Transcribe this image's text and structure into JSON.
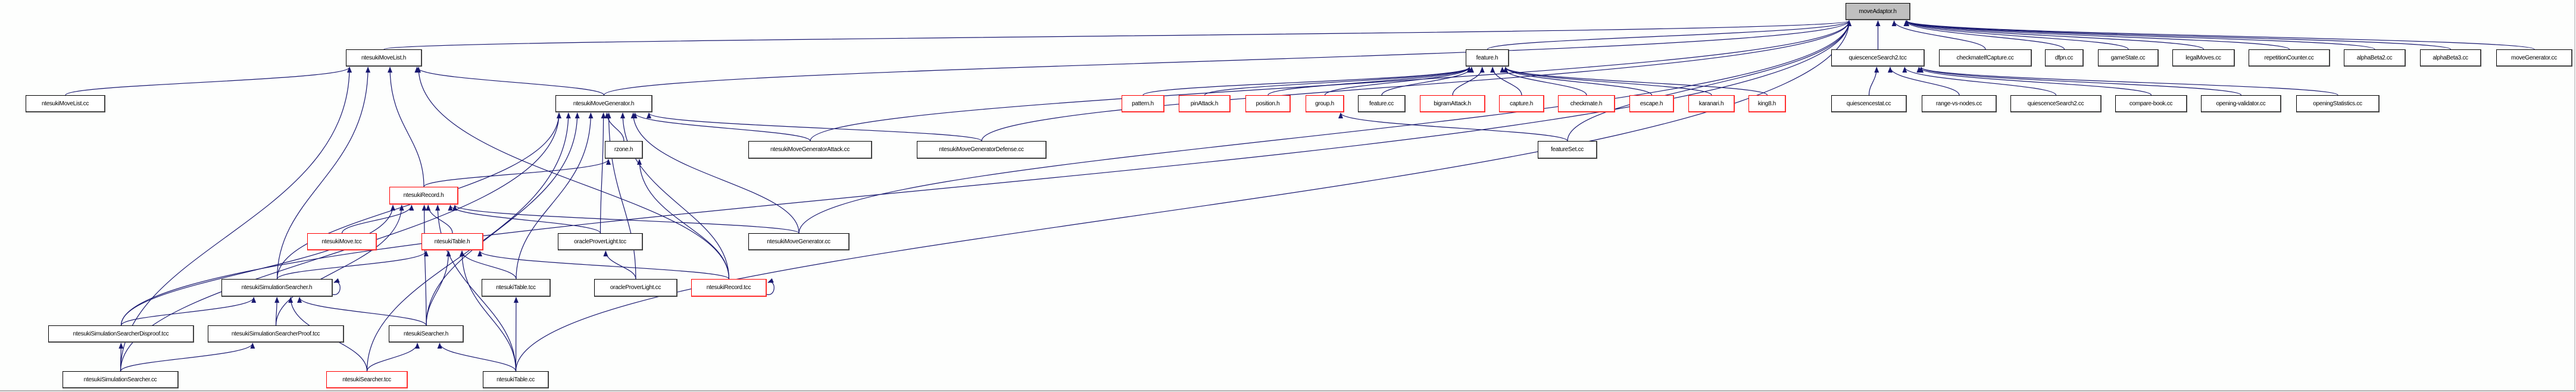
{
  "graph": {
    "edge_color": "#191970",
    "truncated_border_color": "#ff0000",
    "root_fill": "#bfbfbf",
    "nodes": [
      {
        "id": "moveAdaptor.h",
        "label": "moveAdaptor.h",
        "root": true
      },
      {
        "id": "ntesukiMoveList.h",
        "label": "ntesukiMoveList.h"
      },
      {
        "id": "ntesukiMoveList.cc",
        "label": "ntesukiMoveList.cc"
      },
      {
        "id": "ntesukiMoveGenerator.h",
        "label": "ntesukiMoveGenerator.h"
      },
      {
        "id": "rzone.h",
        "label": "rzone.h"
      },
      {
        "id": "ntesukiRecord.h",
        "label": "ntesukiRecord.h",
        "truncated": true
      },
      {
        "id": "ntesukiMove.tcc",
        "label": "ntesukiMove.tcc",
        "truncated": true
      },
      {
        "id": "ntesukiTable.h",
        "label": "ntesukiTable.h",
        "truncated": true
      },
      {
        "id": "oracleProverLight.tcc",
        "label": "oracleProverLight.tcc"
      },
      {
        "id": "ntesukiMoveGenerator.cc",
        "label": "ntesukiMoveGenerator.cc"
      },
      {
        "id": "ntesukiSimulationSearcher.h",
        "label": "ntesukiSimulationSearcher.h"
      },
      {
        "id": "ntesukiTable.tcc",
        "label": "ntesukiTable.tcc"
      },
      {
        "id": "oracleProverLight.cc",
        "label": "oracleProverLight.cc"
      },
      {
        "id": "ntesukiRecord.tcc",
        "label": "ntesukiRecord.tcc",
        "truncated": true
      },
      {
        "id": "ntesukiSimulationSearcherDisproof.tcc",
        "label": "ntesukiSimulationSearcherDisproof.tcc"
      },
      {
        "id": "ntesukiSimulationSearcherProof.tcc",
        "label": "ntesukiSimulationSearcherProof.tcc"
      },
      {
        "id": "ntesukiSearcher.h",
        "label": "ntesukiSearcher.h"
      },
      {
        "id": "ntesukiSimulationSearcher.cc",
        "label": "ntesukiSimulationSearcher.cc"
      },
      {
        "id": "ntesukiSearcher.tcc",
        "label": "ntesukiSearcher.tcc",
        "truncated": true
      },
      {
        "id": "ntesukiTable.cc",
        "label": "ntesukiTable.cc"
      },
      {
        "id": "ntesukiMoveGeneratorAttack.cc",
        "label": "ntesukiMoveGeneratorAttack.cc"
      },
      {
        "id": "ntesukiMoveGeneratorDefense.cc",
        "label": "ntesukiMoveGeneratorDefense.cc"
      },
      {
        "id": "feature.h",
        "label": "feature.h"
      },
      {
        "id": "pattern.h",
        "label": "pattern.h",
        "truncated": true
      },
      {
        "id": "pinAttack.h",
        "label": "pinAttack.h",
        "truncated": true
      },
      {
        "id": "position.h",
        "label": "position.h",
        "truncated": true
      },
      {
        "id": "group.h",
        "label": "group.h",
        "truncated": true
      },
      {
        "id": "feature.cc",
        "label": "feature.cc"
      },
      {
        "id": "bigramAttack.h",
        "label": "bigramAttack.h",
        "truncated": true
      },
      {
        "id": "capture.h",
        "label": "capture.h",
        "truncated": true
      },
      {
        "id": "checkmate.h",
        "label": "checkmate.h",
        "truncated": true
      },
      {
        "id": "escape.h",
        "label": "escape.h",
        "truncated": true
      },
      {
        "id": "karanari.h",
        "label": "karanari.h",
        "truncated": true
      },
      {
        "id": "king8.h",
        "label": "king8.h",
        "truncated": true
      },
      {
        "id": "featureSet.cc",
        "label": "featureSet.cc"
      },
      {
        "id": "quiescenceSearch2.tcc",
        "label": "quiescenceSearch2.tcc"
      },
      {
        "id": "quiescencestat.cc",
        "label": "quiescencestat.cc"
      },
      {
        "id": "range-vs-nodes.cc",
        "label": "range-vs-nodes.cc"
      },
      {
        "id": "quiescenceSearch2.cc",
        "label": "quiescenceSearch2.cc"
      },
      {
        "id": "compare-book.cc",
        "label": "compare-book.cc"
      },
      {
        "id": "opening-validator.cc",
        "label": "opening-validator.cc"
      },
      {
        "id": "openingStatistics.cc",
        "label": "openingStatistics.cc"
      },
      {
        "id": "checkmateIfCapture.cc",
        "label": "checkmateIfCapture.cc"
      },
      {
        "id": "dfpn.cc",
        "label": "dfpn.cc"
      },
      {
        "id": "gameState.cc",
        "label": "gameState.cc"
      },
      {
        "id": "legalMoves.cc",
        "label": "legalMoves.cc"
      },
      {
        "id": "repetitionCounter.cc",
        "label": "repetitionCounter.cc"
      },
      {
        "id": "alphaBeta2.cc",
        "label": "alphaBeta2.cc"
      },
      {
        "id": "alphaBeta3.cc",
        "label": "alphaBeta3.cc"
      },
      {
        "id": "moveGenerator.cc",
        "label": "moveGenerator.cc"
      }
    ],
    "edges": [
      [
        "ntesukiMoveList.h",
        "moveAdaptor.h"
      ],
      [
        "feature.h",
        "moveAdaptor.h"
      ],
      [
        "quiescenceSearch2.tcc",
        "moveAdaptor.h"
      ],
      [
        "checkmateIfCapture.cc",
        "moveAdaptor.h"
      ],
      [
        "dfpn.cc",
        "moveAdaptor.h"
      ],
      [
        "gameState.cc",
        "moveAdaptor.h"
      ],
      [
        "legalMoves.cc",
        "moveAdaptor.h"
      ],
      [
        "repetitionCounter.cc",
        "moveAdaptor.h"
      ],
      [
        "alphaBeta2.cc",
        "moveAdaptor.h"
      ],
      [
        "alphaBeta3.cc",
        "moveAdaptor.h"
      ],
      [
        "moveGenerator.cc",
        "moveAdaptor.h"
      ],
      [
        "featureSet.cc",
        "moveAdaptor.h"
      ],
      [
        "ntesukiSimulationSearcherDisproof.tcc",
        "moveAdaptor.h"
      ],
      [
        "ntesukiTable.cc",
        "moveAdaptor.h"
      ],
      [
        "ntesukiMoveGeneratorAttack.cc",
        "moveAdaptor.h"
      ],
      [
        "ntesukiMoveGeneratorDefense.cc",
        "moveAdaptor.h"
      ],
      [
        "ntesukiMoveGenerator.cc",
        "moveAdaptor.h"
      ],
      [
        "ntesukiMoveGenerator.h",
        "moveAdaptor.h"
      ],
      [
        "ntesukiMoveList.cc",
        "ntesukiMoveList.h"
      ],
      [
        "ntesukiMoveGenerator.h",
        "ntesukiMoveList.h"
      ],
      [
        "ntesukiRecord.h",
        "ntesukiMoveList.h"
      ],
      [
        "ntesukiSimulationSearcher.h",
        "ntesukiMoveList.h"
      ],
      [
        "ntesukiRecord.tcc",
        "ntesukiMoveList.h"
      ],
      [
        "ntesukiSimulationSearcher.cc",
        "ntesukiMoveList.h"
      ],
      [
        "rzone.h",
        "ntesukiMoveGenerator.h"
      ],
      [
        "ntesukiMoveGeneratorAttack.cc",
        "ntesukiMoveGenerator.h"
      ],
      [
        "ntesukiMoveGeneratorDefense.cc",
        "ntesukiMoveGenerator.h"
      ],
      [
        "ntesukiMoveGenerator.cc",
        "ntesukiMoveGenerator.h"
      ],
      [
        "ntesukiTable.tcc",
        "ntesukiMoveGenerator.h"
      ],
      [
        "oracleProverLight.tcc",
        "ntesukiMoveGenerator.h"
      ],
      [
        "oracleProverLight.cc",
        "ntesukiMoveGenerator.h"
      ],
      [
        "ntesukiRecord.tcc",
        "ntesukiMoveGenerator.h"
      ],
      [
        "ntesukiSimulationSearcher.h",
        "ntesukiMoveGenerator.h"
      ],
      [
        "ntesukiSimulationSearcher.cc",
        "ntesukiMoveGenerator.h"
      ],
      [
        "ntesukiSearcher.tcc",
        "ntesukiMoveGenerator.h"
      ],
      [
        "ntesukiSearcher.h",
        "ntesukiMoveGenerator.h"
      ],
      [
        "ntesukiRecord.h",
        "rzone.h"
      ],
      [
        "ntesukiRecord.tcc",
        "rzone.h"
      ],
      [
        "ntesukiMove.tcc",
        "ntesukiRecord.h"
      ],
      [
        "ntesukiTable.h",
        "ntesukiRecord.h"
      ],
      [
        "oracleProverLight.tcc",
        "ntesukiRecord.h"
      ],
      [
        "ntesukiMoveGenerator.cc",
        "ntesukiRecord.h"
      ],
      [
        "ntesukiSimulationSearcherDisproof.tcc",
        "ntesukiRecord.h"
      ],
      [
        "ntesukiSimulationSearcherProof.tcc",
        "ntesukiRecord.h"
      ],
      [
        "ntesukiSearcher.h",
        "ntesukiRecord.h"
      ],
      [
        "ntesukiTable.cc",
        "ntesukiRecord.h"
      ],
      [
        "ntesukiSimulationSearcher.h",
        "ntesukiTable.h"
      ],
      [
        "ntesukiSearcher.h",
        "ntesukiTable.h"
      ],
      [
        "ntesukiTable.tcc",
        "ntesukiTable.h"
      ],
      [
        "ntesukiTable.cc",
        "ntesukiTable.h"
      ],
      [
        "ntesukiRecord.tcc",
        "ntesukiTable.h"
      ],
      [
        "ntesukiSimulationSearcher.h",
        "ntesukiSimulationSearcher.h"
      ],
      [
        "ntesukiSimulationSearcherDisproof.tcc",
        "ntesukiSimulationSearcher.h"
      ],
      [
        "ntesukiSimulationSearcherProof.tcc",
        "ntesukiSimulationSearcher.h"
      ],
      [
        "ntesukiSearcher.h",
        "ntesukiSimulationSearcher.h"
      ],
      [
        "ntesukiSearcher.tcc",
        "ntesukiSimulationSearcher.h"
      ],
      [
        "ntesukiSimulationSearcher.cc",
        "ntesukiSimulationSearcherDisproof.tcc"
      ],
      [
        "ntesukiSimulationSearcher.cc",
        "ntesukiSimulationSearcherProof.tcc"
      ],
      [
        "ntesukiSearcher.tcc",
        "ntesukiSearcher.h"
      ],
      [
        "ntesukiTable.cc",
        "ntesukiSearcher.h"
      ],
      [
        "ntesukiTable.cc",
        "ntesukiTable.tcc"
      ],
      [
        "oracleProverLight.cc",
        "oracleProverLight.tcc"
      ],
      [
        "ntesukiRecord.tcc",
        "ntesukiRecord.tcc"
      ],
      [
        "pattern.h",
        "feature.h"
      ],
      [
        "pinAttack.h",
        "feature.h"
      ],
      [
        "position.h",
        "feature.h"
      ],
      [
        "group.h",
        "feature.h"
      ],
      [
        "feature.cc",
        "feature.h"
      ],
      [
        "bigramAttack.h",
        "feature.h"
      ],
      [
        "capture.h",
        "feature.h"
      ],
      [
        "checkmate.h",
        "feature.h"
      ],
      [
        "escape.h",
        "feature.h"
      ],
      [
        "karanari.h",
        "feature.h"
      ],
      [
        "king8.h",
        "feature.h"
      ],
      [
        "featureSet.cc",
        "group.h"
      ],
      [
        "quiescencestat.cc",
        "quiescenceSearch2.tcc"
      ],
      [
        "range-vs-nodes.cc",
        "quiescenceSearch2.tcc"
      ],
      [
        "quiescenceSearch2.cc",
        "quiescenceSearch2.tcc"
      ],
      [
        "compare-book.cc",
        "quiescenceSearch2.tcc"
      ],
      [
        "opening-validator.cc",
        "quiescenceSearch2.tcc"
      ],
      [
        "openingStatistics.cc",
        "quiescenceSearch2.tcc"
      ]
    ]
  }
}
